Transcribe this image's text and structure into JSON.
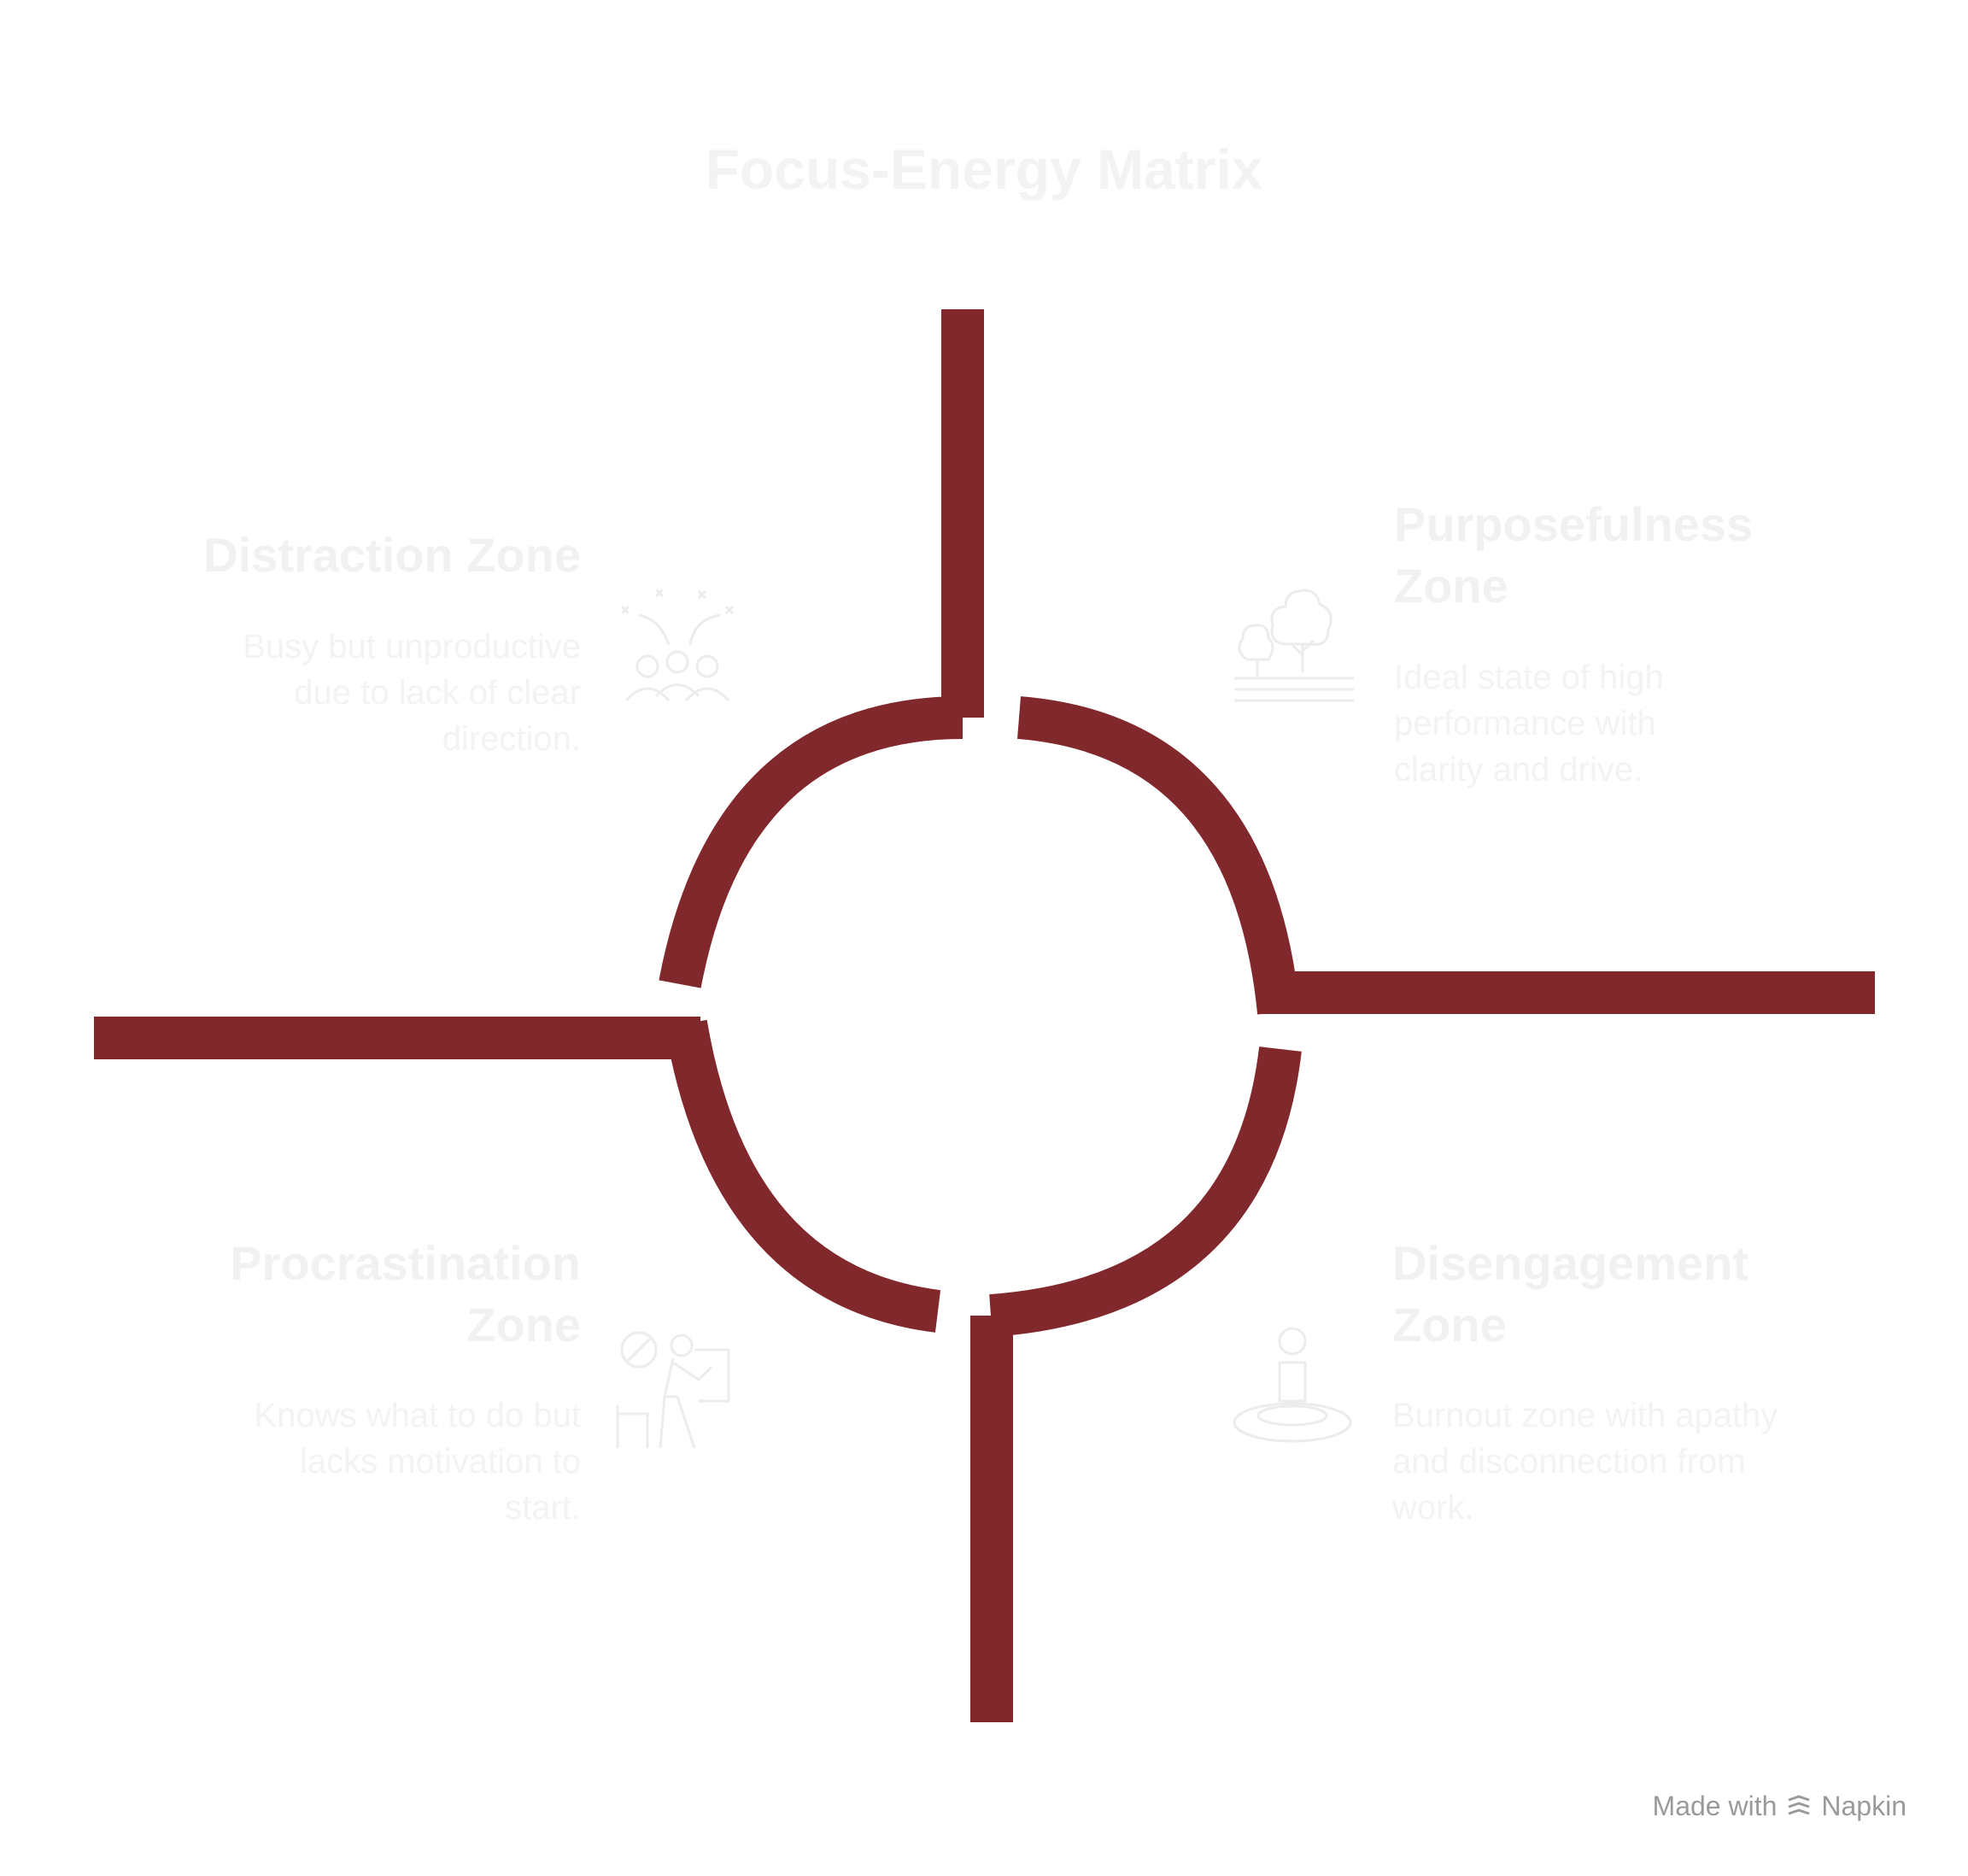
{
  "title": "Focus-Energy Matrix",
  "colors": {
    "frame": "#80282b",
    "text_faint": "#f1f1f1",
    "footer_text": "#9a9a9a"
  },
  "zones": [
    {
      "id": "distraction",
      "title_lines": [
        "Distraction Zone"
      ],
      "description_lines": [
        "Busy but unproductive",
        "due to lack of clear",
        "direction."
      ],
      "icon": "crowd-confusion-icon"
    },
    {
      "id": "purposefulness",
      "title_lines": [
        "Purposefulness",
        "Zone"
      ],
      "description_lines": [
        "Ideal state of high",
        "performance with",
        "clarity and drive."
      ],
      "icon": "trees-landscape-icon"
    },
    {
      "id": "procrastination",
      "title_lines": [
        "Procrastination",
        "Zone"
      ],
      "description_lines": [
        "Knows what to do but",
        "lacks motivation to",
        "start."
      ],
      "icon": "person-blocked-icon"
    },
    {
      "id": "disengagement",
      "title_lines": [
        "Disengagement",
        "Zone"
      ],
      "description_lines": [
        "Burnout zone with apathy",
        "and disconnection from",
        "work."
      ],
      "icon": "person-in-hole-icon"
    }
  ],
  "footer": {
    "made_with": "Made with",
    "brand": "Napkin",
    "icon": "napkin-logo-icon"
  }
}
